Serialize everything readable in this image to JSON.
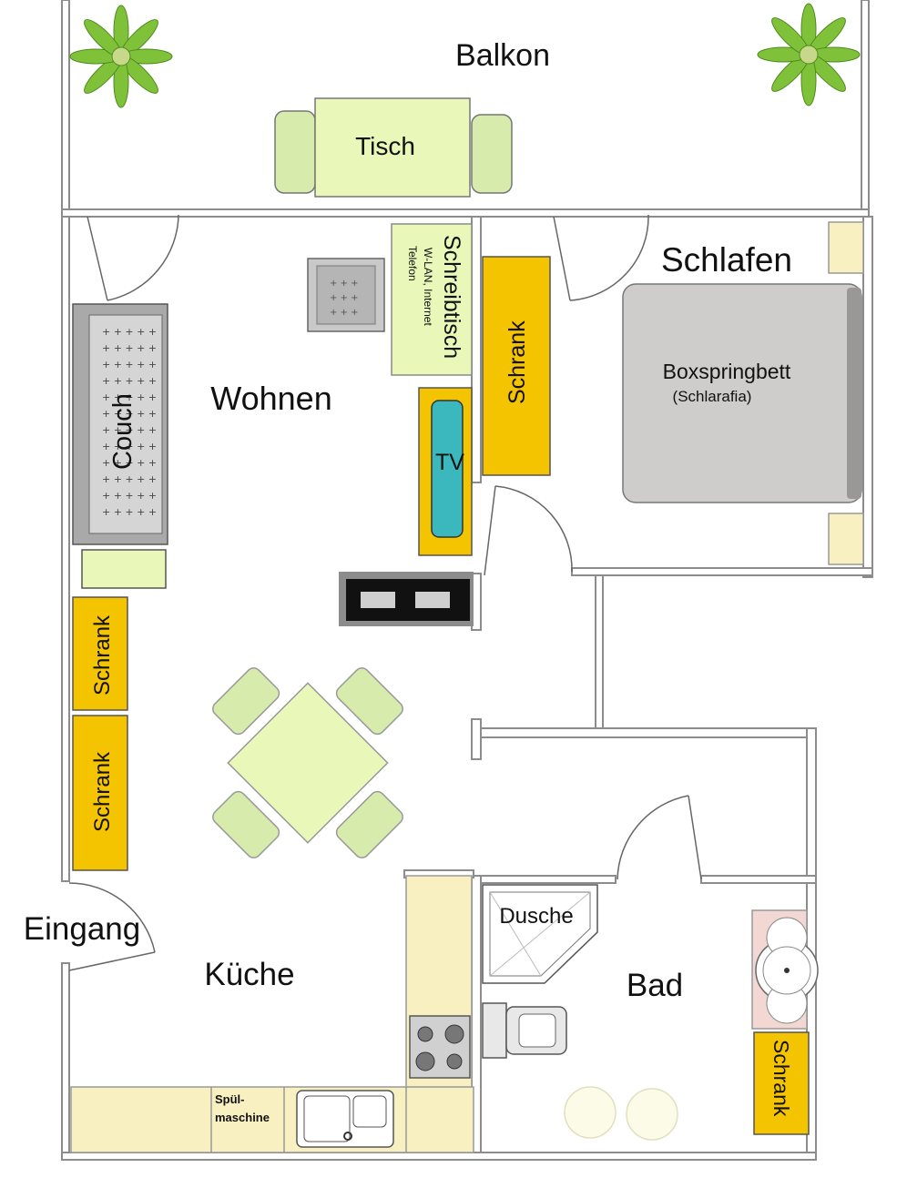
{
  "colors": {
    "wall": "#8c8c8c",
    "yellow": "#f5c400",
    "light_green": "#e9f7b8",
    "green": "#d7ecac",
    "cream": "#f8f0c0",
    "bed": "#cfcdcb",
    "couch": "#a9a9a9",
    "tv": "#3bb8bd",
    "plant": "#7fc23a"
  },
  "rooms": {
    "balcony": "Balkon",
    "living": "Wohnen",
    "bedroom": "Schlafen",
    "kitchen": "Küche",
    "bath": "Bad",
    "entrance": "Eingang"
  },
  "furniture": {
    "table": "Tisch",
    "desk": "Schreibtisch",
    "desk_note_1": "W-LAN, Internet",
    "desk_note_2": "Telefon",
    "wardrobe": "Schrank",
    "bed": "Boxspringbett",
    "bed_brand": "(Schlarafia)",
    "couch": "Couch",
    "tv": "TV",
    "shower": "Dusche",
    "dishwasher_1": "Spül-",
    "dishwasher_2": "maschine"
  },
  "icons": [
    "plant-icon",
    "stove-icon",
    "sink-icon",
    "toilet-icon",
    "washbasin-icon",
    "door-swing-icon"
  ]
}
